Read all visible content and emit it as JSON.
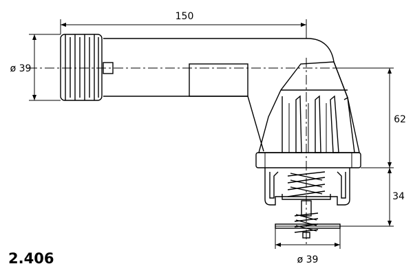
{
  "part_number": "2.406",
  "dimensions": {
    "length": "150",
    "inlet_diameter": "ø 39",
    "upper_height": "62",
    "lower_height": "34",
    "outlet_diameter": "ø 39"
  },
  "colors": {
    "ink": "#000000",
    "background": "#ffffff"
  }
}
